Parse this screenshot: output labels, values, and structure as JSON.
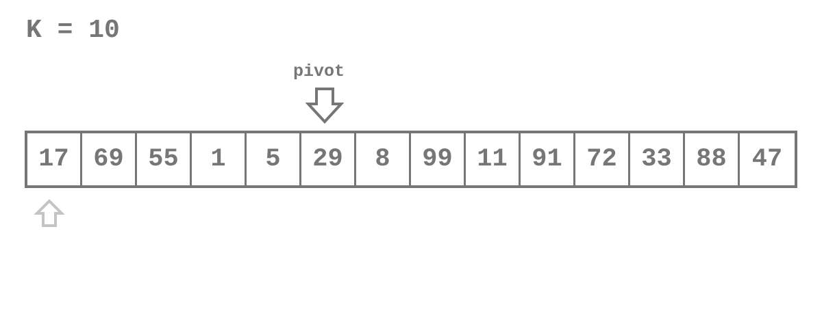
{
  "header": {
    "k_label": "K = 10"
  },
  "pivot": {
    "label": "pivot",
    "arrow_icon": "down-arrow-icon"
  },
  "array": {
    "cells": [
      "17",
      "69",
      "55",
      "1",
      "5",
      "29",
      "8",
      "99",
      "11",
      "91",
      "72",
      "33",
      "88",
      "47"
    ]
  },
  "pointer": {
    "arrow_icon": "up-arrow-icon"
  },
  "colors": {
    "primary": "#767676",
    "pointer": "#c4c4c4",
    "background": "#ffffff"
  }
}
